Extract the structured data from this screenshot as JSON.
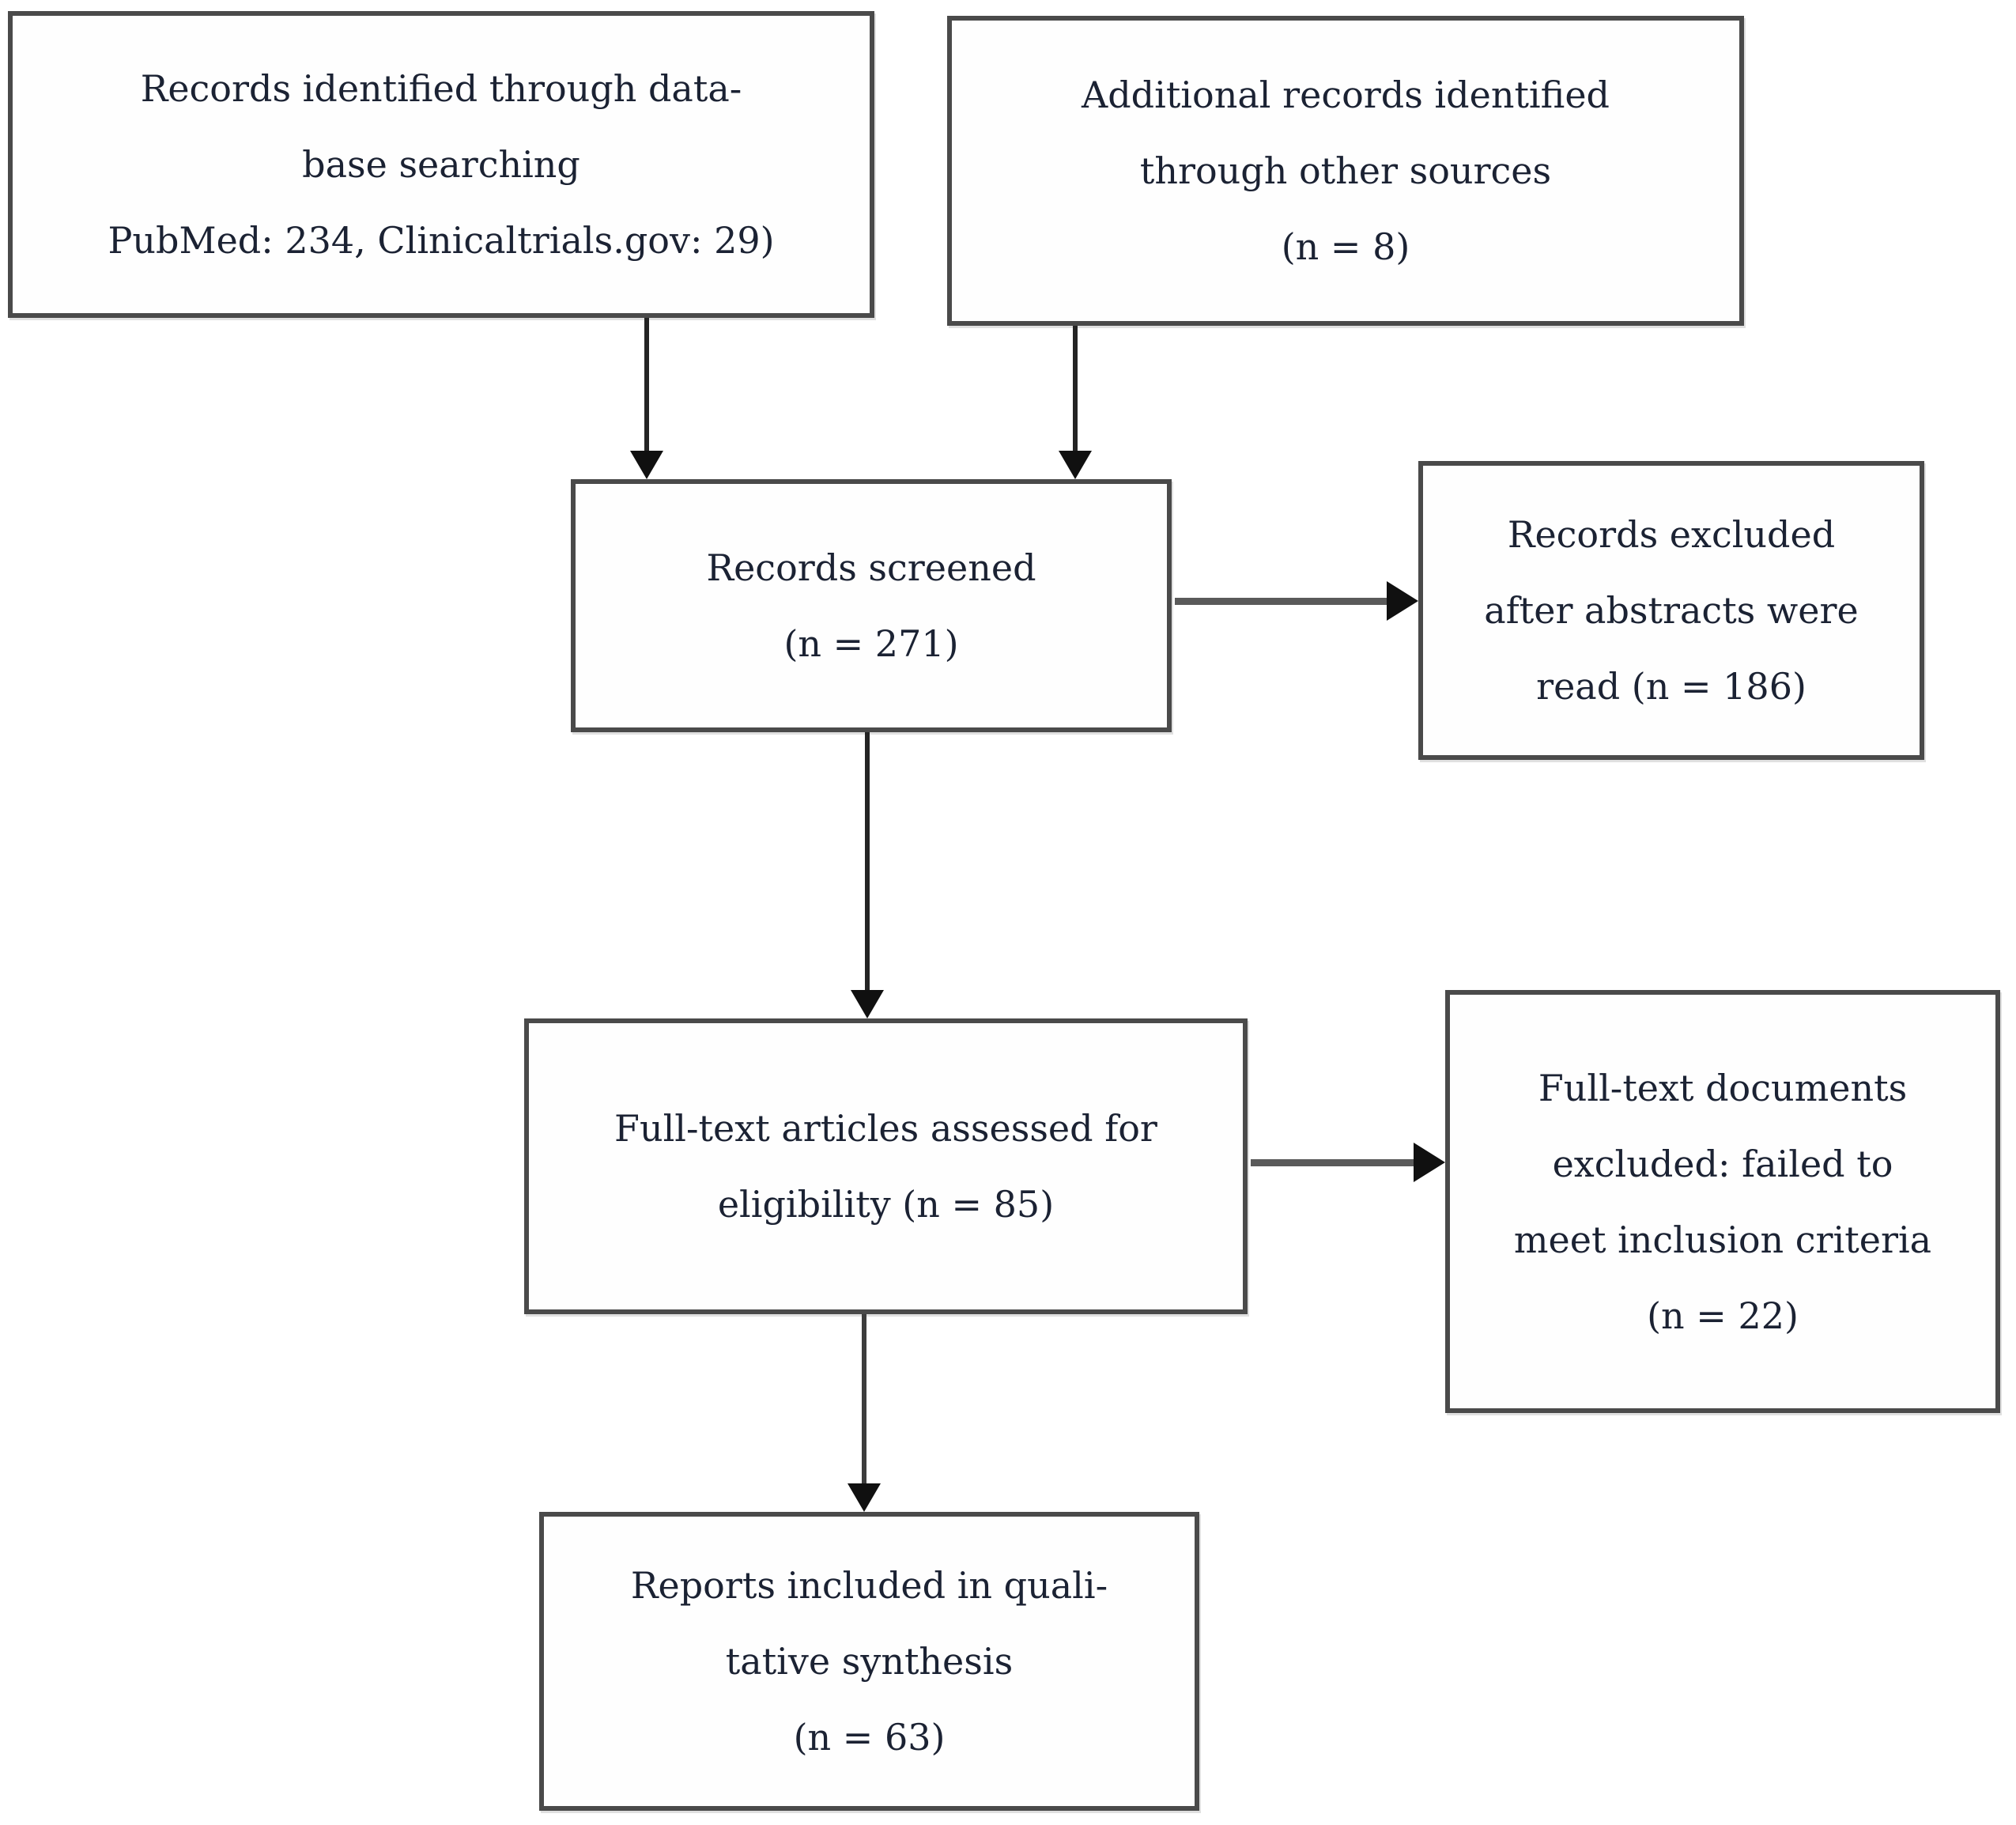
{
  "figure": {
    "type": "prisma-flow-diagram",
    "background_color": "#ffffff",
    "box_border_color": "#4a4a4a",
    "text_color": "#1b2233",
    "arrow_color": "#242424",
    "boxes": {
      "identified_database": {
        "lines": [
          "Records identified through data-",
          "base searching",
          "PubMed: 234, Clinicaltrials.gov: 29)"
        ]
      },
      "identified_other": {
        "lines": [
          "Additional records identified",
          "through other sources",
          "(n = 8)"
        ]
      },
      "screened": {
        "lines": [
          "Records screened",
          "(n = 271)"
        ]
      },
      "excluded_abstracts": {
        "lines": [
          "Records excluded",
          "after abstracts were",
          "read (n = 186)"
        ]
      },
      "fulltext_assessed": {
        "lines": [
          "Full-text articles assessed for",
          "eligibility (n = 85)"
        ]
      },
      "fulltext_excluded": {
        "lines": [
          "Full-text documents",
          "excluded: failed to",
          "meet inclusion criteria",
          "(n = 22)"
        ]
      },
      "included_qualitative": {
        "lines": [
          "Reports included in quali-",
          "tative synthesis",
          "(n = 63)"
        ]
      }
    },
    "counts": {
      "pubmed": 234,
      "clinicaltrials_gov": 29,
      "other_sources": 8,
      "screened": 271,
      "excluded_after_abstracts": 186,
      "fulltext_assessed": 85,
      "fulltext_excluded": 22,
      "included_qualitative_synthesis": 63
    }
  }
}
